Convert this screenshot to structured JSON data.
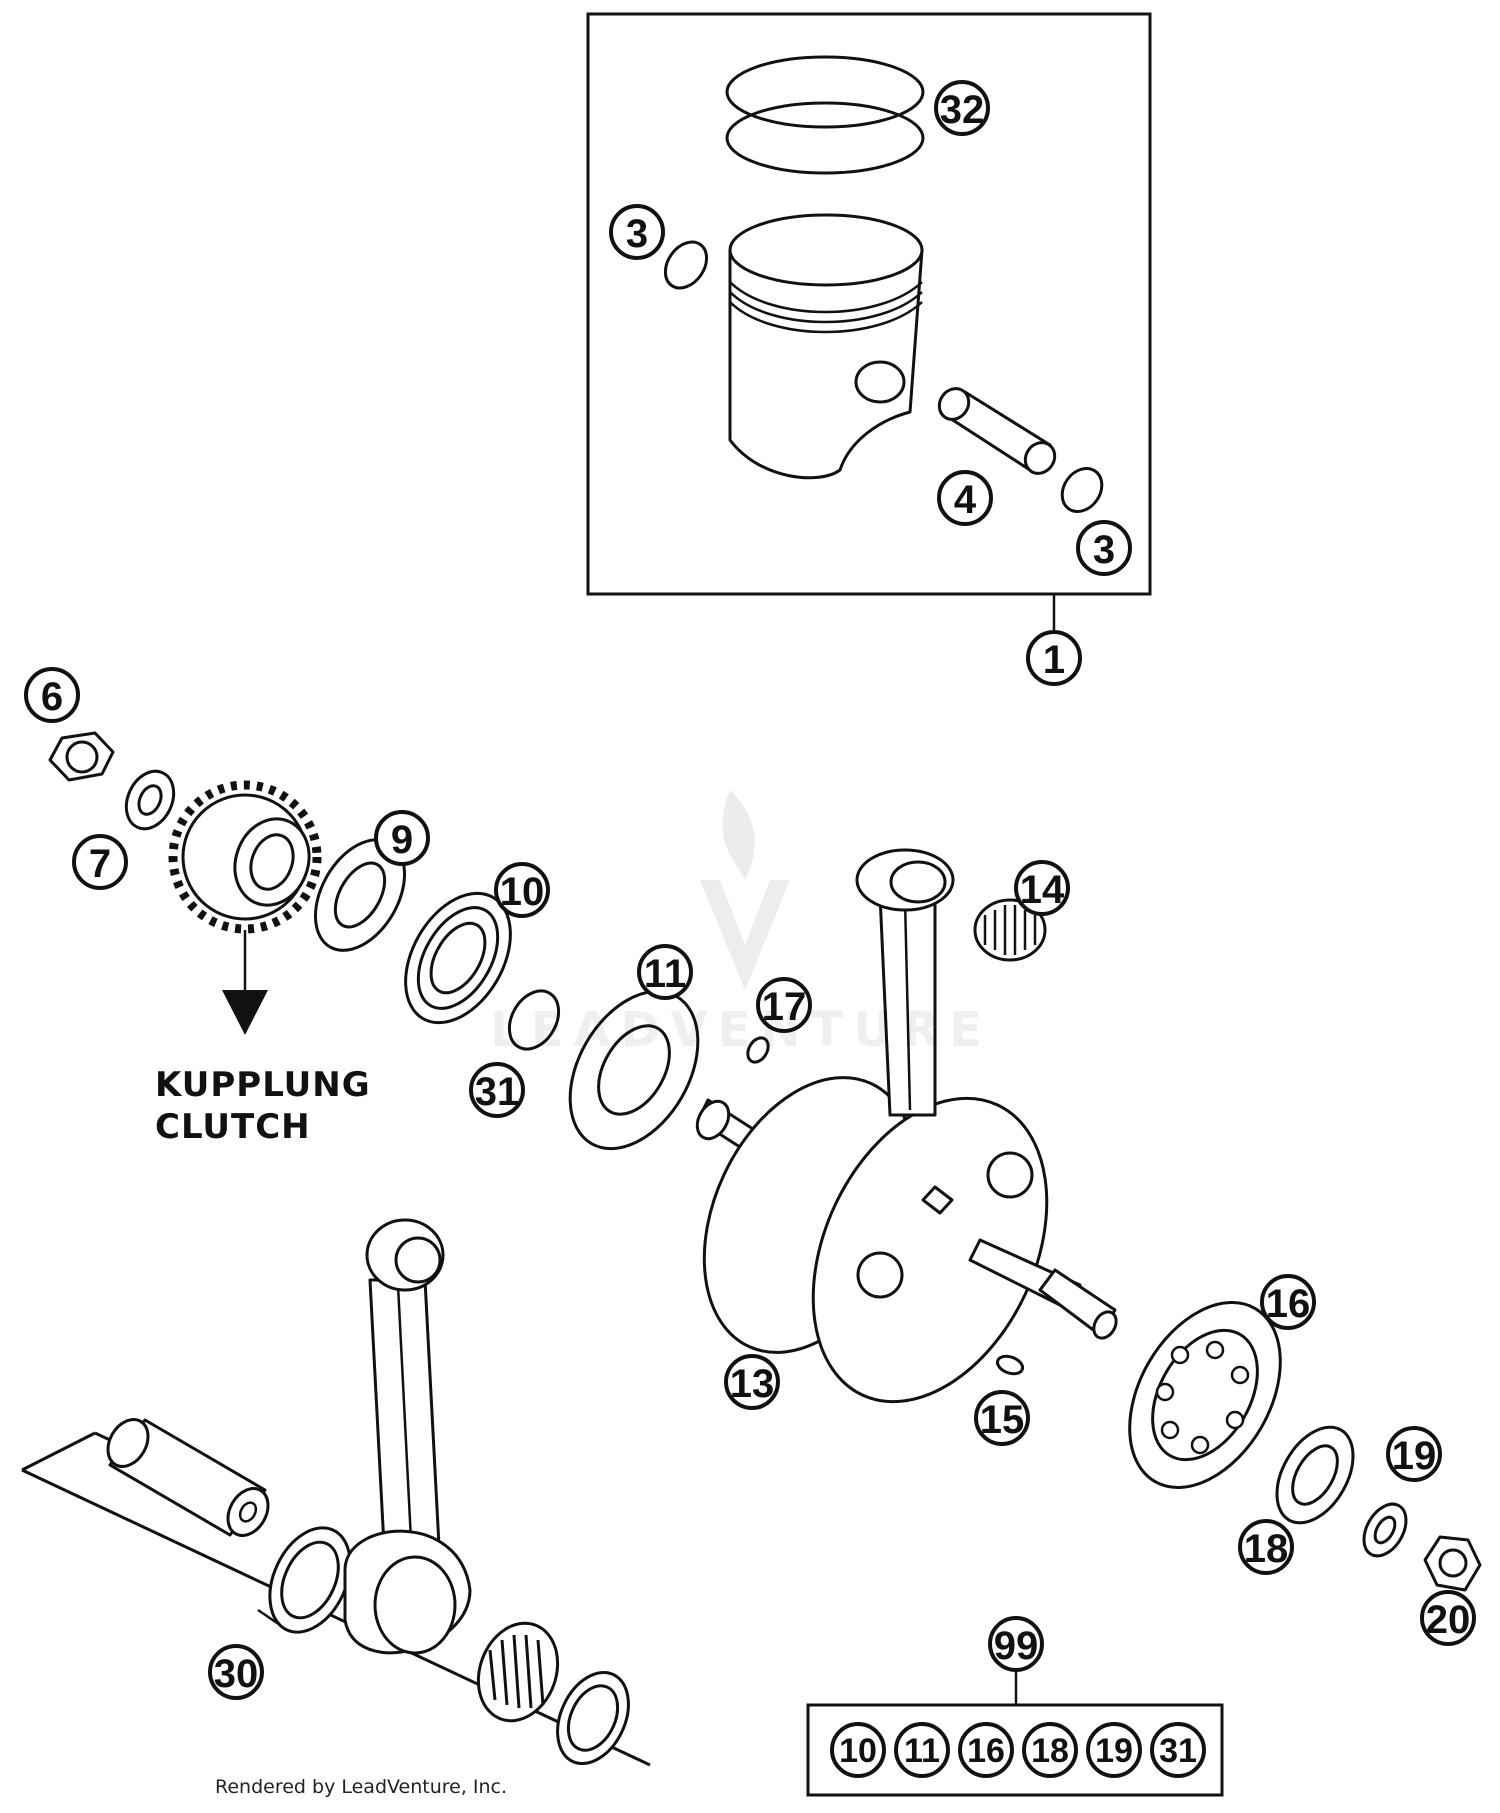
{
  "callouts": {
    "c32": "32",
    "c3a": "3",
    "c4": "4",
    "c3b": "3",
    "c1": "1",
    "c6": "6",
    "c7": "7",
    "c9": "9",
    "c10": "10",
    "c14": "14",
    "c11": "11",
    "c17": "17",
    "c31": "31",
    "c13": "13",
    "c16": "16",
    "c15": "15",
    "c19": "19",
    "c18": "18",
    "c20": "20",
    "c30": "30",
    "c99": "99"
  },
  "kit_99": [
    "10",
    "11",
    "16",
    "18",
    "19",
    "31"
  ],
  "clutch_label": {
    "line1": "KUPPLUNG",
    "line2": "CLUTCH"
  },
  "credit": "Rendered by LeadVenture, Inc.",
  "watermark": {
    "text": "LEADVENTURE",
    "color": "#000000"
  },
  "colors": {
    "line": "#111111",
    "background": "#ffffff"
  }
}
